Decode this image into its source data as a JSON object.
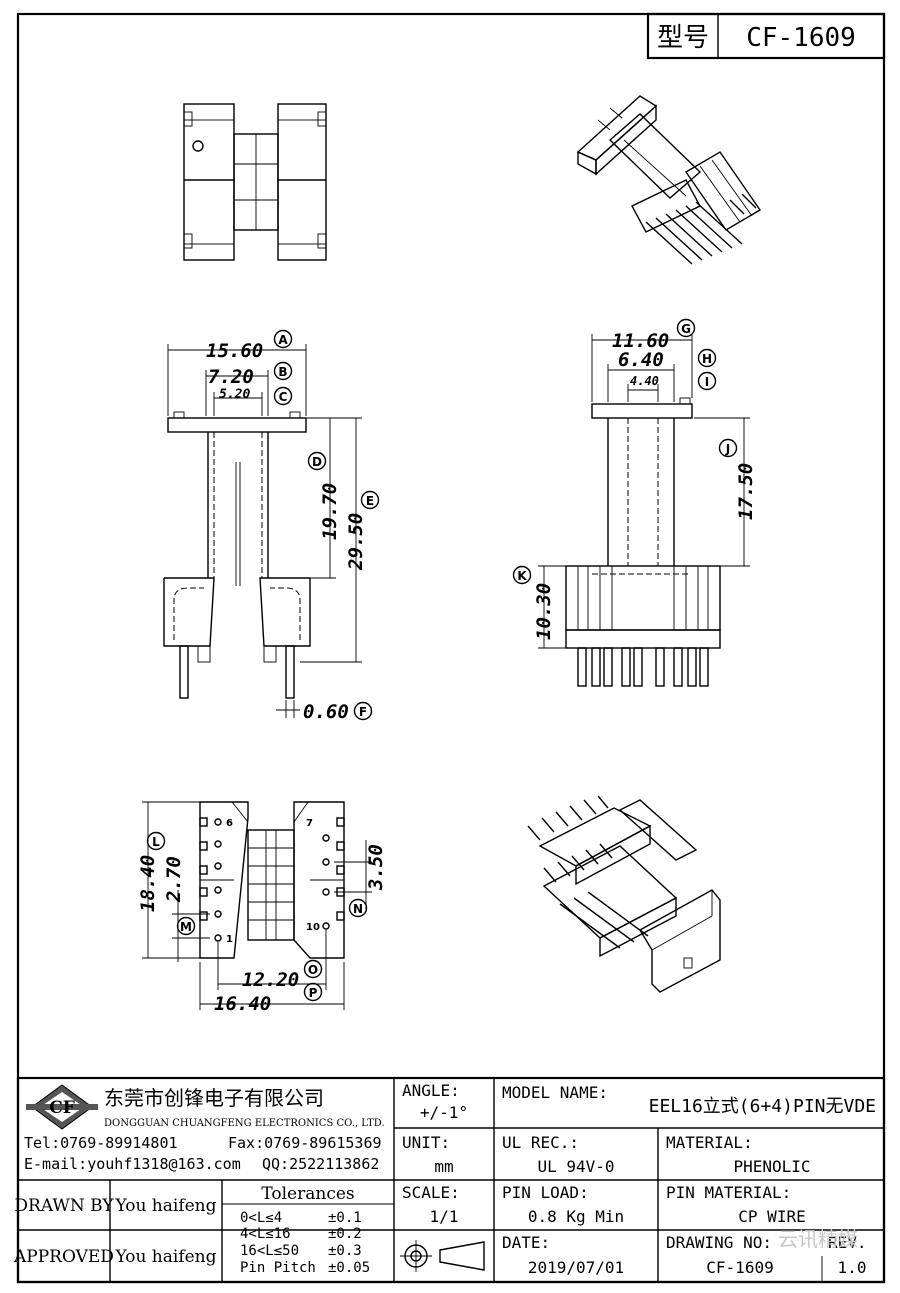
{
  "header": {
    "type_label": "型号",
    "type_value": "CF-1609"
  },
  "dimensions": {
    "A": {
      "letter": "A",
      "value": "15.60"
    },
    "B": {
      "letter": "B",
      "value": "7.20"
    },
    "C": {
      "letter": "C",
      "value": "5.20"
    },
    "D": {
      "letter": "D",
      "value": "19.70"
    },
    "E": {
      "letter": "E",
      "value": "29.50"
    },
    "F": {
      "letter": "F",
      "value": "0.60"
    },
    "G": {
      "letter": "G",
      "value": "11.60"
    },
    "H": {
      "letter": "H",
      "value": "6.40"
    },
    "I": {
      "letter": "I",
      "value": "4.40"
    },
    "J": {
      "letter": "J",
      "value": "17.50"
    },
    "K": {
      "letter": "K",
      "value": "10.30"
    },
    "L": {
      "letter": "L",
      "value": "18.40"
    },
    "M": {
      "letter": "M",
      "value": "2.70"
    },
    "N": {
      "letter": "N",
      "value": "3.50"
    },
    "O": {
      "letter": "O",
      "value": "12.20"
    },
    "P": {
      "letter": "P",
      "value": "16.40"
    }
  },
  "pin_labels": {
    "p1": "1",
    "p6": "6",
    "p7": "7",
    "p10": "10"
  },
  "company": {
    "logo_text": "CF",
    "name_cn": "东莞市创锋电子有限公司",
    "name_en": "DONGGUAN CHUANGFENG ELECTRONICS CO., LTD.",
    "tel": "Tel:0769-89914801",
    "fax": "Fax:0769-89615369",
    "email": "E-mail:youhf1318@163.com",
    "qq": "QQ:2522113862"
  },
  "title_block": {
    "angle_label": "ANGLE:",
    "angle_value": "+/-1°",
    "unit_label": "UNIT:",
    "unit_value": "mm",
    "scale_label": "SCALE:",
    "scale_value": "1/1",
    "model_label": "MODEL NAME:",
    "model_value": "EEL16立式(6+4)PIN无VDE",
    "ul_label": "UL REC.:",
    "ul_value": "UL 94V-0",
    "material_label": "MATERIAL:",
    "material_value": "PHENOLIC",
    "pin_load_label": "PIN LOAD:",
    "pin_load_value": "0.8 Kg Min",
    "pin_material_label": "PIN MATERIAL:",
    "pin_material_value": "CP WIRE",
    "date_label": "DATE:",
    "date_value": "2019/07/01",
    "drawing_no_label": "DRAWING NO:",
    "drawing_no_value": "CF-1609",
    "rev_label": "REV.",
    "rev_value": "1.0",
    "drawn_by_label": "DRAWN BY",
    "drawn_by_value": "You haifeng",
    "approved_label": "APPROVED",
    "approved_value": "You haifeng",
    "tolerances_title": "Tolerances",
    "tolerances": [
      {
        "range": "0<L≤4",
        "value": "±0.1"
      },
      {
        "range": "4<L≤16",
        "value": "±0.2"
      },
      {
        "range": "16<L≤50",
        "value": "±0.3"
      },
      {
        "range": "Pin Pitch",
        "value": "±0.05"
      }
    ],
    "watermark": "云讯精媒"
  }
}
